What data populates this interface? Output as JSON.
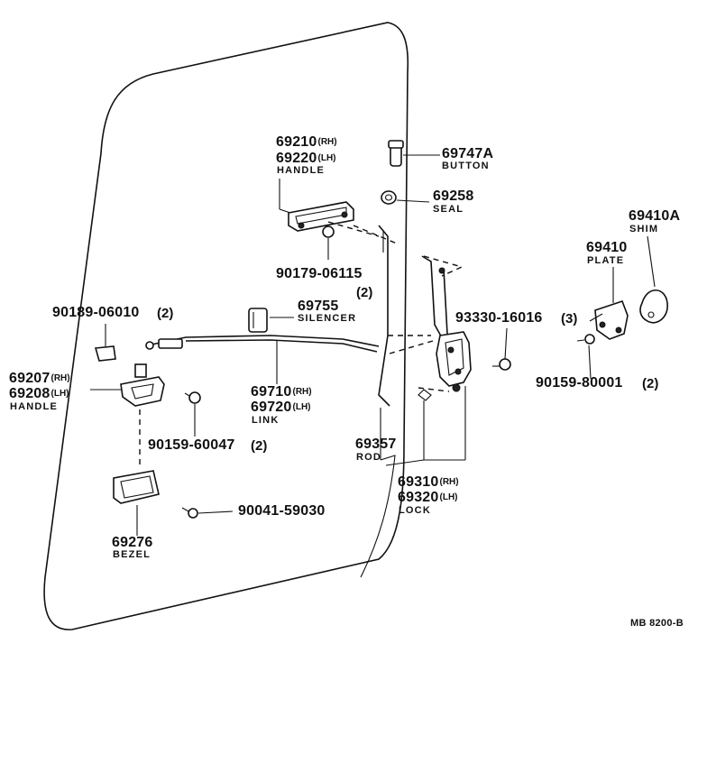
{
  "parts": {
    "p69210": {
      "num": "69210",
      "side": "(RH)"
    },
    "p69220": {
      "num": "69220",
      "side": "(LH)",
      "name": "HANDLE"
    },
    "p69747A": {
      "num": "69747A",
      "name": "BUTTON"
    },
    "p69258": {
      "num": "69258",
      "name": "SEAL"
    },
    "p69410A": {
      "num": "69410A",
      "name": "SHIM"
    },
    "p69410": {
      "num": "69410",
      "name": "PLATE"
    },
    "p90179": {
      "num": "90179-06115",
      "qty": "(2)"
    },
    "p90189": {
      "num": "90189-06010",
      "qty": "(2)"
    },
    "p69755": {
      "num": "69755",
      "name": "SILENCER"
    },
    "p93330": {
      "num": "93330-16016",
      "qty": "(3)"
    },
    "p69207": {
      "num": "69207",
      "side": "(RH)"
    },
    "p69208": {
      "num": "69208",
      "side": "(LH)",
      "name": "HANDLE"
    },
    "p69710": {
      "num": "69710",
      "side": "(RH)"
    },
    "p69720": {
      "num": "69720",
      "side": "(LH)",
      "name": "LINK"
    },
    "p90159a": {
      "num": "90159-80001",
      "qty": "(2)"
    },
    "p90159b": {
      "num": "90159-60047",
      "qty": "(2)"
    },
    "p69357": {
      "num": "69357",
      "name": "ROD"
    },
    "p69310": {
      "num": "69310",
      "side": "(RH)"
    },
    "p69320": {
      "num": "69320",
      "side": "(LH)",
      "name": "LOCK"
    },
    "p90041": {
      "num": "90041-59030"
    },
    "p69276": {
      "num": "69276",
      "name": "BEZEL"
    }
  },
  "diagram_code": "MB 8200-B"
}
